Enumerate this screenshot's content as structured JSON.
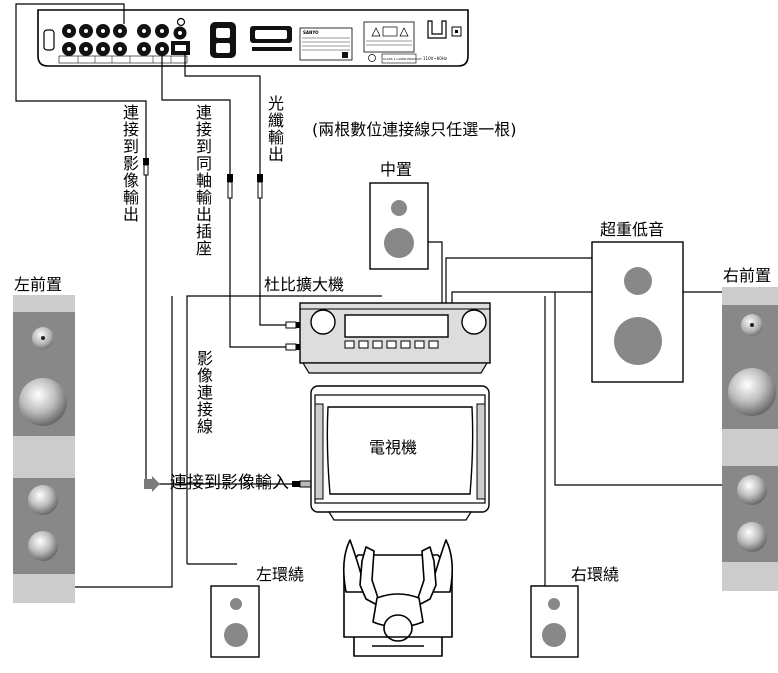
{
  "player": {
    "brand": "SANYO",
    "voltage": "110V~60Hz",
    "class_label": "CLASS 1 LASER PRODUCT"
  },
  "labels": {
    "connect_video_out": "連接到影像輸出",
    "connect_coax_out": "連接到同軸輸出插座",
    "optical_out": "光纖輸出",
    "note": "(兩根數位連接線只任選一根)",
    "center": "中置",
    "subwoofer": "超重低音",
    "front_left": "左前置",
    "front_right": "右前置",
    "amplifier": "杜比擴大機",
    "video_cable": "影像連接線",
    "tv": "電視機",
    "connect_video_in": "連接到影像輸入",
    "surround_left": "左環繞",
    "surround_right": "右環繞"
  }
}
